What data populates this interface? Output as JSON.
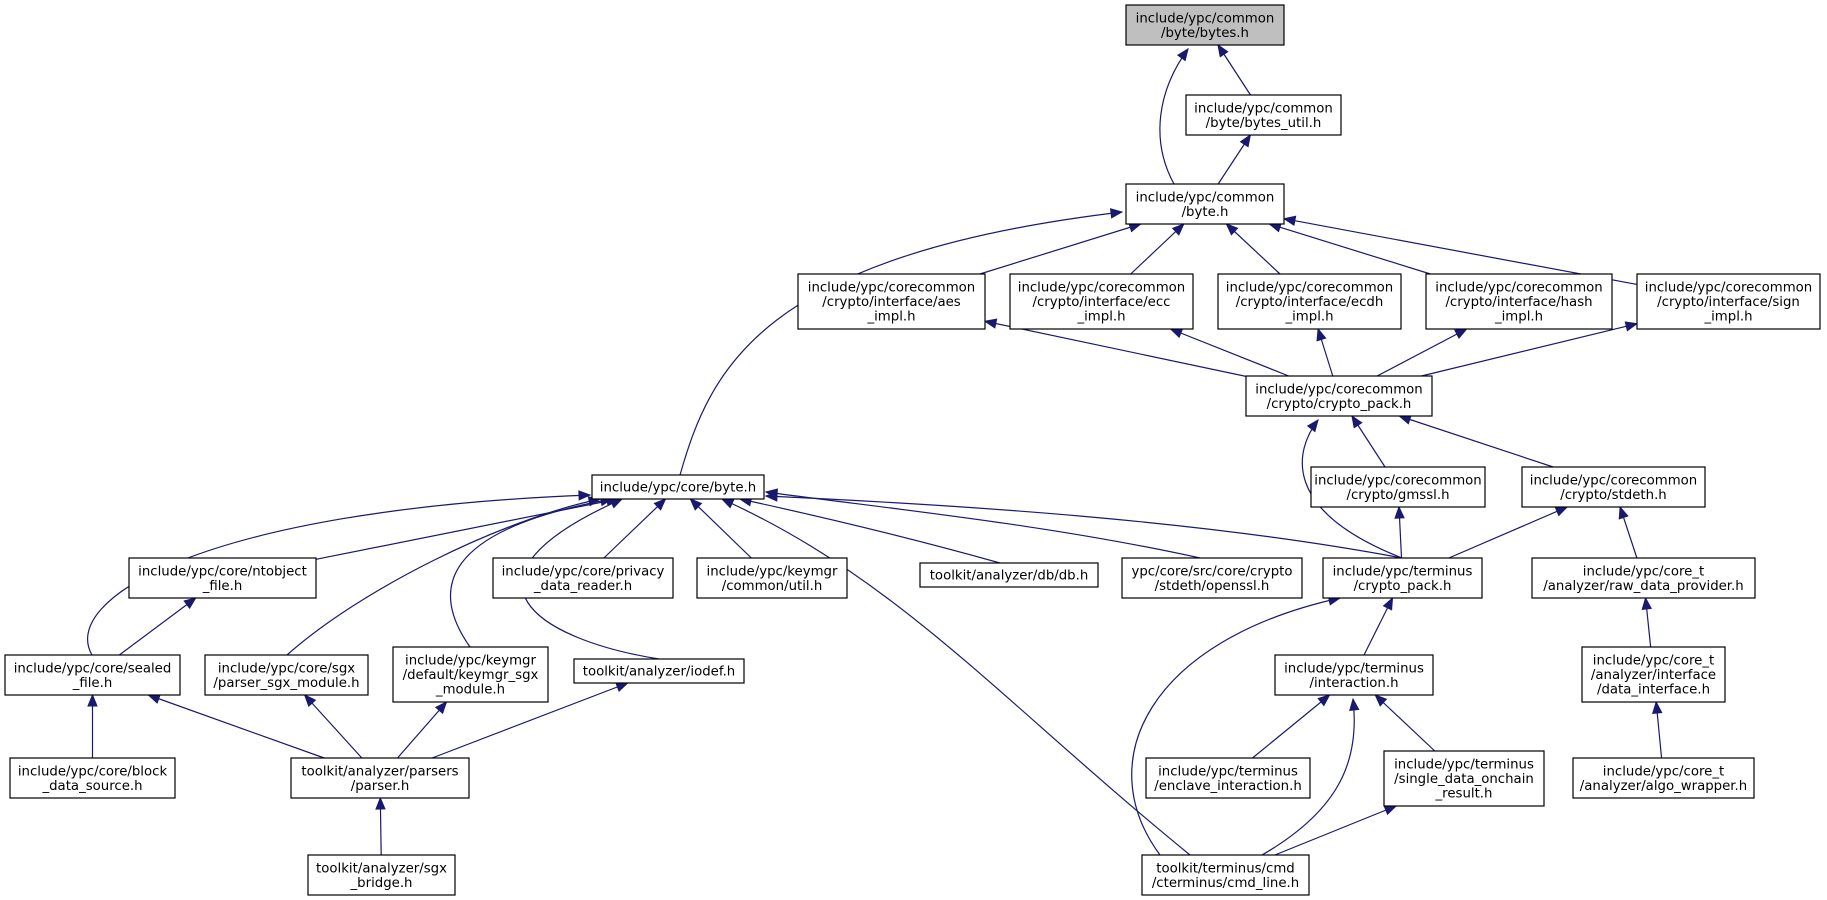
{
  "nodes": [
    {
      "id": "bytes",
      "lines": [
        "include/ypc/common",
        "/byte/bytes.h"
      ],
      "root": true
    },
    {
      "id": "bytes_util",
      "lines": [
        "include/ypc/common",
        "/byte/bytes_util.h"
      ]
    },
    {
      "id": "common_byte",
      "lines": [
        "include/ypc/common",
        "/byte.h"
      ]
    },
    {
      "id": "aes",
      "lines": [
        "include/ypc/corecommon",
        "/crypto/interface/aes",
        "_impl.h"
      ]
    },
    {
      "id": "ecc",
      "lines": [
        "include/ypc/corecommon",
        "/crypto/interface/ecc",
        "_impl.h"
      ]
    },
    {
      "id": "ecdh",
      "lines": [
        "include/ypc/corecommon",
        "/crypto/interface/ecdh",
        "_impl.h"
      ]
    },
    {
      "id": "hash",
      "lines": [
        "include/ypc/corecommon",
        "/crypto/interface/hash",
        "_impl.h"
      ]
    },
    {
      "id": "sign",
      "lines": [
        "include/ypc/corecommon",
        "/crypto/interface/sign",
        "_impl.h"
      ]
    },
    {
      "id": "cc_crypto_pack",
      "lines": [
        "include/ypc/corecommon",
        "/crypto/crypto_pack.h"
      ]
    },
    {
      "id": "core_byte",
      "lines": [
        "include/ypc/core/byte.h"
      ]
    },
    {
      "id": "gmssl",
      "lines": [
        "include/ypc/corecommon",
        "/crypto/gmssl.h"
      ]
    },
    {
      "id": "stdeth",
      "lines": [
        "include/ypc/corecommon",
        "/crypto/stdeth.h"
      ]
    },
    {
      "id": "ntobject",
      "lines": [
        "include/ypc/core/ntobject",
        "_file.h"
      ]
    },
    {
      "id": "privacy",
      "lines": [
        "include/ypc/core/privacy",
        "_data_reader.h"
      ]
    },
    {
      "id": "keymgr_util",
      "lines": [
        "include/ypc/keymgr",
        "/common/util.h"
      ]
    },
    {
      "id": "db",
      "lines": [
        "toolkit/analyzer/db/db.h"
      ]
    },
    {
      "id": "openssl",
      "lines": [
        "ypc/core/src/core/crypto",
        "/stdeth/openssl.h"
      ]
    },
    {
      "id": "term_crypto",
      "lines": [
        "include/ypc/terminus",
        "/crypto_pack.h"
      ]
    },
    {
      "id": "raw_data",
      "lines": [
        "include/ypc/core_t",
        "/analyzer/raw_data_provider.h"
      ]
    },
    {
      "id": "sealed",
      "lines": [
        "include/ypc/core/sealed",
        "_file.h"
      ]
    },
    {
      "id": "sgx_parser",
      "lines": [
        "include/ypc/core/sgx",
        "/parser_sgx_module.h"
      ]
    },
    {
      "id": "keymgr_sgx",
      "lines": [
        "include/ypc/keymgr",
        "/default/keymgr_sgx",
        "_module.h"
      ]
    },
    {
      "id": "iodef",
      "lines": [
        "toolkit/analyzer/iodef.h"
      ]
    },
    {
      "id": "interaction",
      "lines": [
        "include/ypc/terminus",
        "/interaction.h"
      ]
    },
    {
      "id": "data_interface",
      "lines": [
        "include/ypc/core_t",
        "/analyzer/interface",
        "/data_interface.h"
      ]
    },
    {
      "id": "block",
      "lines": [
        "include/ypc/core/block",
        "_data_source.h"
      ]
    },
    {
      "id": "parser",
      "lines": [
        "toolkit/analyzer/parsers",
        "/parser.h"
      ]
    },
    {
      "id": "enclave",
      "lines": [
        "include/ypc/terminus",
        "/enclave_interaction.h"
      ]
    },
    {
      "id": "single",
      "lines": [
        "include/ypc/terminus",
        "/single_data_onchain",
        "_result.h"
      ]
    },
    {
      "id": "algo",
      "lines": [
        "include/ypc/core_t",
        "/analyzer/algo_wrapper.h"
      ]
    },
    {
      "id": "sgx_bridge",
      "lines": [
        "toolkit/analyzer/sgx",
        "_bridge.h"
      ]
    },
    {
      "id": "cmd_line",
      "lines": [
        "toolkit/terminus/cmd",
        "/cterminus/cmd_line.h"
      ]
    }
  ],
  "edges": [
    {
      "from": "bytes_util",
      "to": "bytes"
    },
    {
      "from": "common_byte",
      "to": "bytes"
    },
    {
      "from": "common_byte",
      "to": "bytes_util"
    },
    {
      "from": "core_byte",
      "to": "common_byte"
    },
    {
      "from": "aes",
      "to": "common_byte"
    },
    {
      "from": "ecc",
      "to": "common_byte"
    },
    {
      "from": "ecdh",
      "to": "common_byte"
    },
    {
      "from": "hash",
      "to": "common_byte"
    },
    {
      "from": "sign",
      "to": "common_byte"
    },
    {
      "from": "cc_crypto_pack",
      "to": "aes"
    },
    {
      "from": "cc_crypto_pack",
      "to": "ecc"
    },
    {
      "from": "cc_crypto_pack",
      "to": "ecdh"
    },
    {
      "from": "cc_crypto_pack",
      "to": "hash"
    },
    {
      "from": "cc_crypto_pack",
      "to": "sign"
    },
    {
      "from": "gmssl",
      "to": "cc_crypto_pack"
    },
    {
      "from": "stdeth",
      "to": "cc_crypto_pack"
    },
    {
      "from": "term_crypto",
      "to": "cc_crypto_pack"
    },
    {
      "from": "term_crypto",
      "to": "gmssl"
    },
    {
      "from": "term_crypto",
      "to": "stdeth"
    },
    {
      "from": "raw_data",
      "to": "stdeth"
    },
    {
      "from": "data_interface",
      "to": "raw_data"
    },
    {
      "from": "algo",
      "to": "data_interface"
    },
    {
      "from": "sealed",
      "to": "core_byte"
    },
    {
      "from": "ntobject",
      "to": "core_byte"
    },
    {
      "from": "sgx_parser",
      "to": "core_byte"
    },
    {
      "from": "keymgr_sgx",
      "to": "core_byte"
    },
    {
      "from": "iodef",
      "to": "core_byte"
    },
    {
      "from": "privacy",
      "to": "core_byte"
    },
    {
      "from": "keymgr_util",
      "to": "core_byte"
    },
    {
      "from": "db",
      "to": "core_byte"
    },
    {
      "from": "openssl",
      "to": "core_byte"
    },
    {
      "from": "term_crypto",
      "to": "core_byte"
    },
    {
      "from": "cmd_line",
      "to": "core_byte"
    },
    {
      "from": "sealed",
      "to": "ntobject"
    },
    {
      "from": "block",
      "to": "sealed"
    },
    {
      "from": "parser",
      "to": "sealed"
    },
    {
      "from": "parser",
      "to": "sgx_parser"
    },
    {
      "from": "parser",
      "to": "keymgr_sgx"
    },
    {
      "from": "parser",
      "to": "iodef"
    },
    {
      "from": "sgx_bridge",
      "to": "parser"
    },
    {
      "from": "interaction",
      "to": "term_crypto"
    },
    {
      "from": "cmd_line",
      "to": "term_crypto"
    },
    {
      "from": "enclave",
      "to": "interaction"
    },
    {
      "from": "single",
      "to": "interaction"
    },
    {
      "from": "cmd_line",
      "to": "interaction"
    },
    {
      "from": "cmd_line",
      "to": "single"
    }
  ],
  "colors": {
    "edge": "#191970",
    "root_fill": "#bfbfbf",
    "node_fill": "#ffffff",
    "border": "#000000"
  }
}
